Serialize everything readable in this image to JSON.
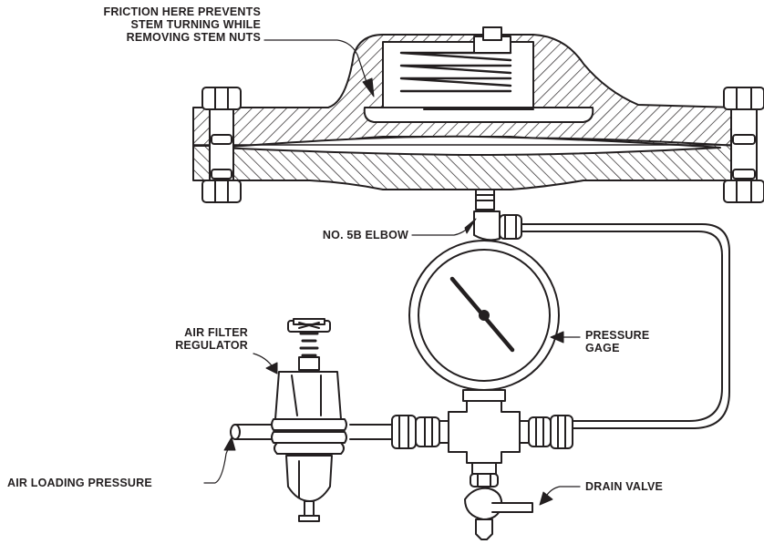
{
  "labels": {
    "friction": [
      "FRICTION HERE PREVENTS",
      "STEM TURNING WHILE",
      "REMOVING STEM NUTS"
    ],
    "elbow": "NO. 5B ELBOW",
    "pressure_gage": [
      "PRESSURE",
      "GAGE"
    ],
    "air_filter_regulator": [
      "AIR FILTER",
      "REGULATOR"
    ],
    "air_loading_pressure": "AIR LOADING PRESSURE",
    "drain_valve": "DRAIN VALVE"
  }
}
